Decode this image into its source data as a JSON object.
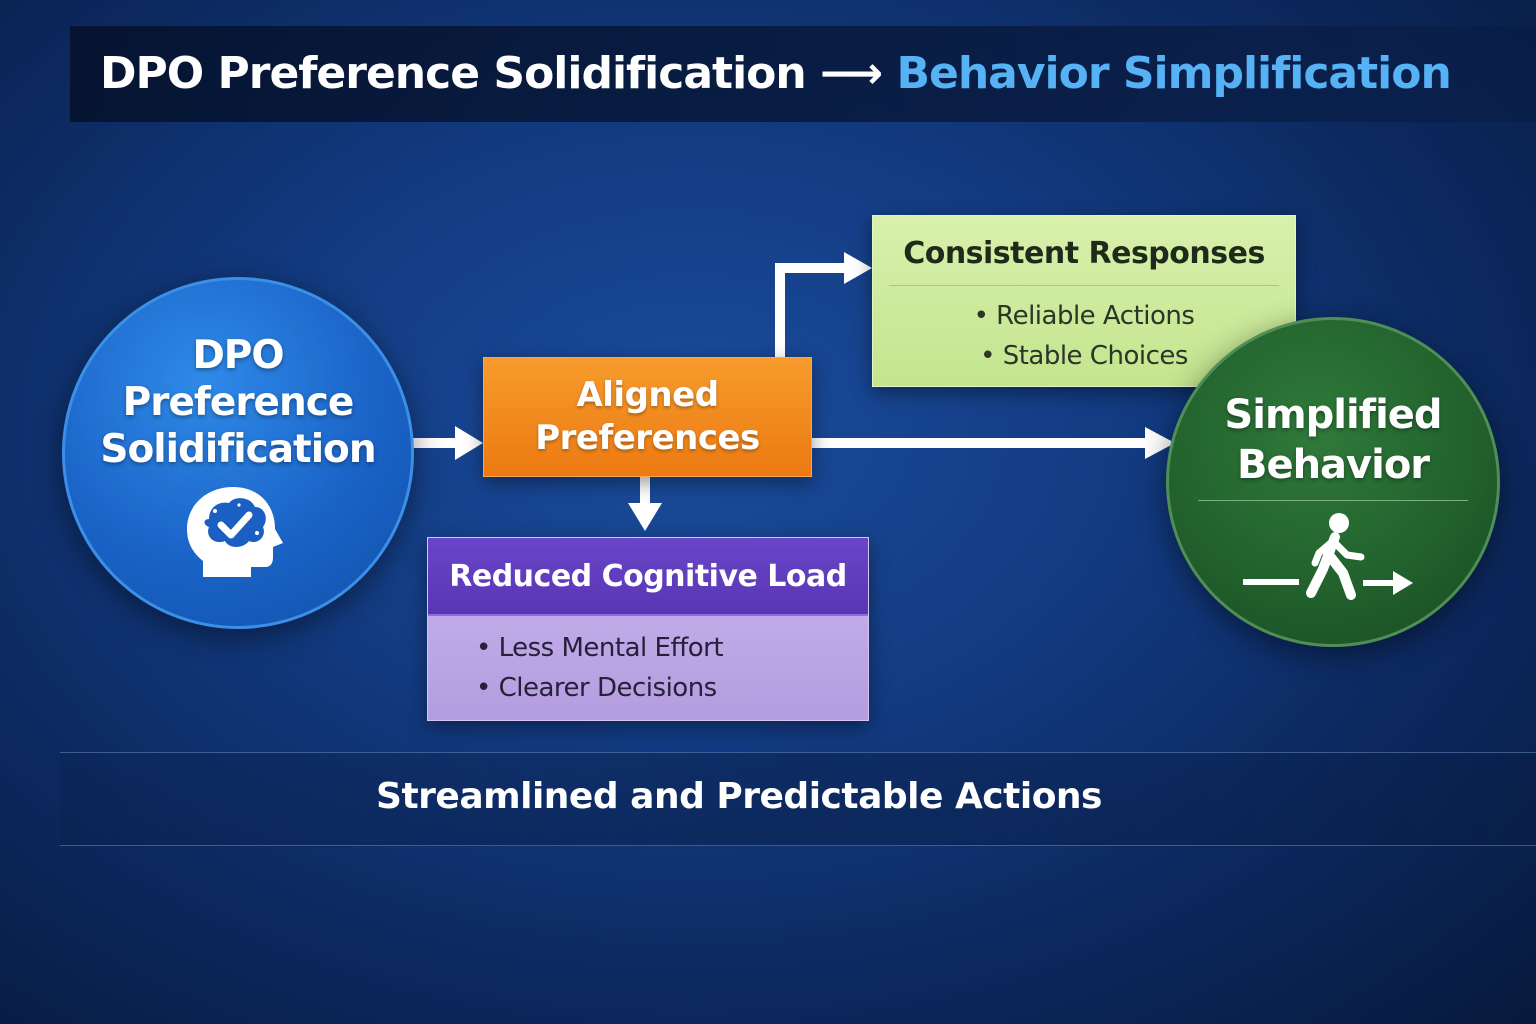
{
  "title": {
    "main": "DPO Preference Solidification",
    "arrow": "⟶",
    "accent": "Behavior Simplification"
  },
  "nodes": {
    "dpo": {
      "line1": "DPO",
      "line2": "Preference",
      "line3": "Solidification",
      "icon": "brain-check-icon"
    },
    "aligned": {
      "line1": "Aligned",
      "line2": "Preferences"
    },
    "consistent": {
      "heading": "Consistent Responses",
      "items": [
        "Reliable Actions",
        "Stable Choices"
      ]
    },
    "reduced": {
      "heading": "Reduced Cognitive Load",
      "items": [
        "Less Mental Effort",
        "Clearer Decisions"
      ]
    },
    "simplified": {
      "line1": "Simplified",
      "line2": "Behavior",
      "icon": "walking-person-icon"
    }
  },
  "footer": "Streamlined and Predictable Actions",
  "colors": {
    "accent_blue": "#56b2f5",
    "dpo_circle": "#1a63c7",
    "aligned_box": "#ec7a12",
    "consistent_box": "#c4e58f",
    "reduced_header": "#5836b3",
    "reduced_body": "#b49ddf",
    "simplified_circle": "#215f2c",
    "connector": "#ffffff"
  }
}
